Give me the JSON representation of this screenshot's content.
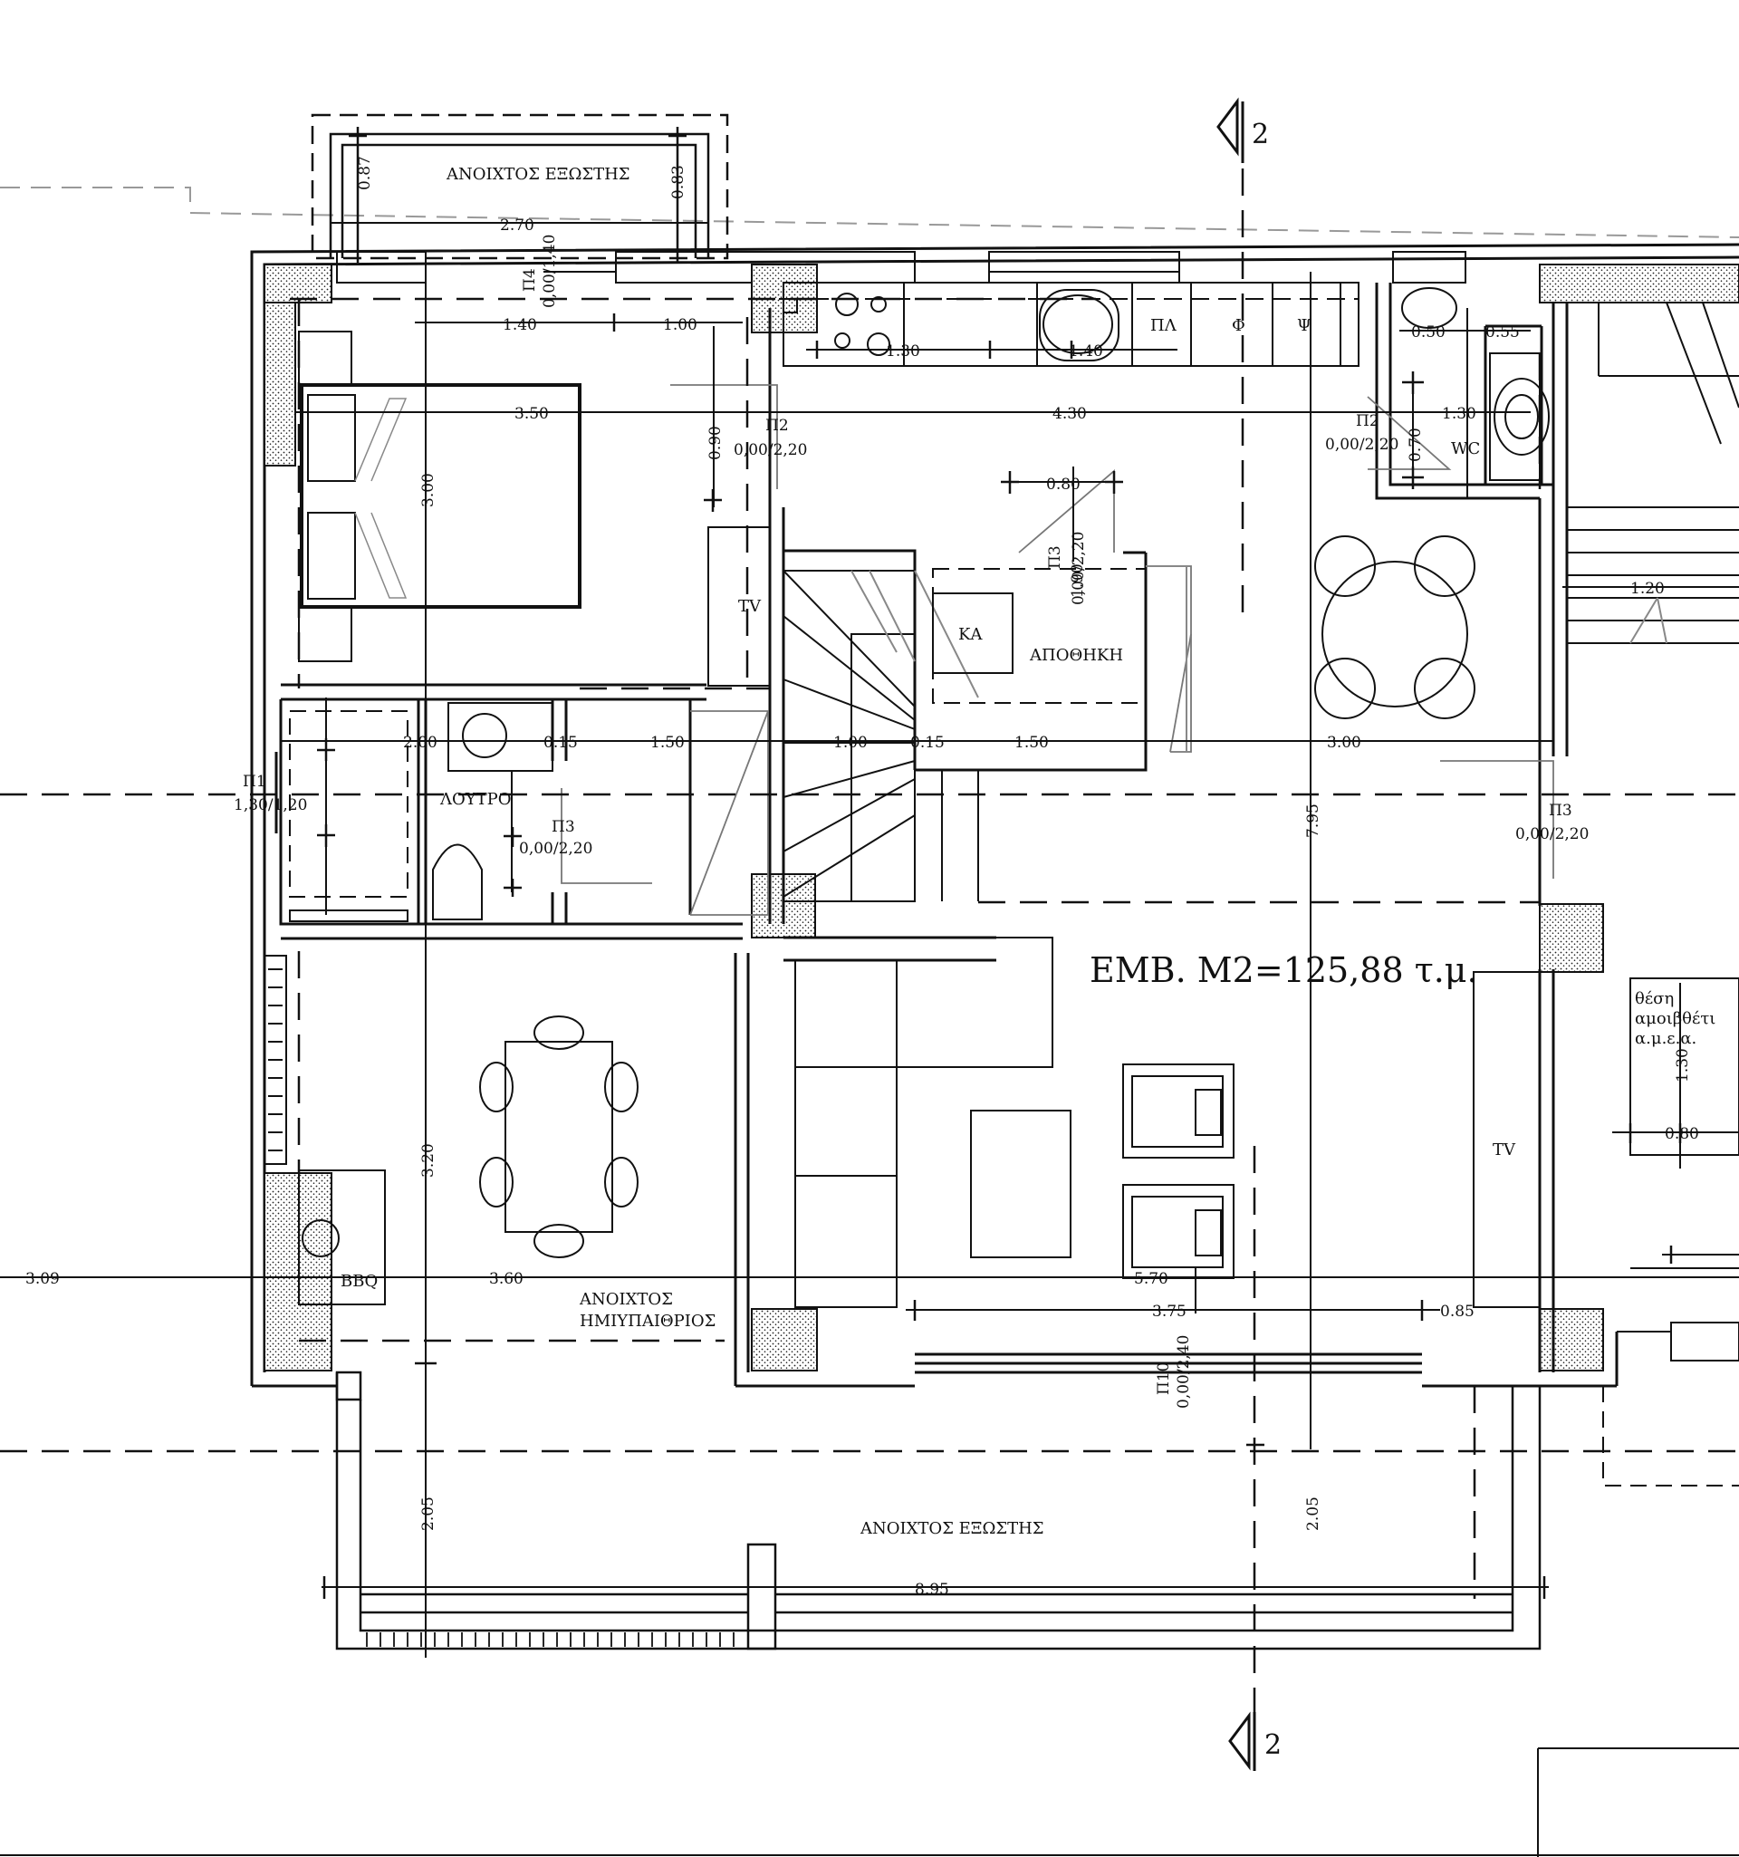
{
  "section_mark": "2",
  "area_label": "ΕΜΒ. Μ2=125,88 τ.μ.",
  "rooms": {
    "veranda_top": "ΑΝΟΙΧΤΟΣ ΕΞΩΣΤΗΣ",
    "veranda_bottom": "ΑΝΟΙΧΤΟΣ ΕΞΩΣΤΗΣ",
    "semi_open_1": "ΑΝΟΙΧΤΟΣ",
    "semi_open_2": "ΗΜΙΥΠΑΙΘΡΙΟΣ",
    "bathroom": "ΛΟΥΤΡΟ",
    "storage": "ΑΠΟΘΗΚΗ",
    "wc": "WC",
    "bbq": "BBQ",
    "kitchen_pl": "ΠΛ",
    "kitchen_f": "Φ",
    "kitchen_ps": "Ψ",
    "ka": "ΚΑ",
    "tv_1": "TV",
    "tv_2": "TV",
    "water_heater_1": "θέση",
    "water_heater_2": "αμοιβθέτι",
    "water_heater_3": "α.μ.ε.α."
  },
  "openings": {
    "p2_a": "Π2",
    "p2_a_dim": "0,00/2,20",
    "p2_b": "Π2",
    "p2_b_dim": "0,00/2,20",
    "p3_a": "Π3",
    "p3_a_dim": "0,00/2,20",
    "p3_b": "Π3",
    "p3_b_dim": "0,00/2,20",
    "p3_c": "Π3",
    "p3_c_dim": "0,00/2,20",
    "p_left": "Π1",
    "p_left_dim": "1,30/1,20",
    "p_top": "Π4",
    "p_top_dim": "0,00/1,40",
    "p_bottom": "Π10",
    "p_bottom_dim": "0,00/2,40"
  },
  "dimensions": {
    "d_087": "0.87",
    "d_083": "0.83",
    "d_270": "2.70",
    "d_140": "1.40",
    "d_100": "1.00",
    "d_350": "3.50",
    "d_300a": "3.00",
    "d_430": "4.30",
    "d_130a": "1.30",
    "d_130b": "1.30",
    "d_140k": "1.40",
    "d_080a": "0.80",
    "d_050": "0.50",
    "d_055": "0.55",
    "d_090": "0.90",
    "d_200": "2.00",
    "d_150a": "1.50",
    "d_100b": "1.00",
    "d_150b": "1.50",
    "d_300b": "3.00",
    "d_120": "1.20",
    "d_795": "7.95",
    "d_320": "3.20",
    "d_309": "3.09",
    "d_360": "3.60",
    "d_570": "5.70",
    "d_375": "3.75",
    "d_085": "0.85",
    "d_205a": "2.05",
    "d_205b": "2.05",
    "d_895": "8.95",
    "d_130c": "1.30",
    "d_080b": "0.80",
    "d_015a": "0.15",
    "d_015b": "0.15",
    "d_070": "0.70",
    "d_190": "1.90"
  }
}
